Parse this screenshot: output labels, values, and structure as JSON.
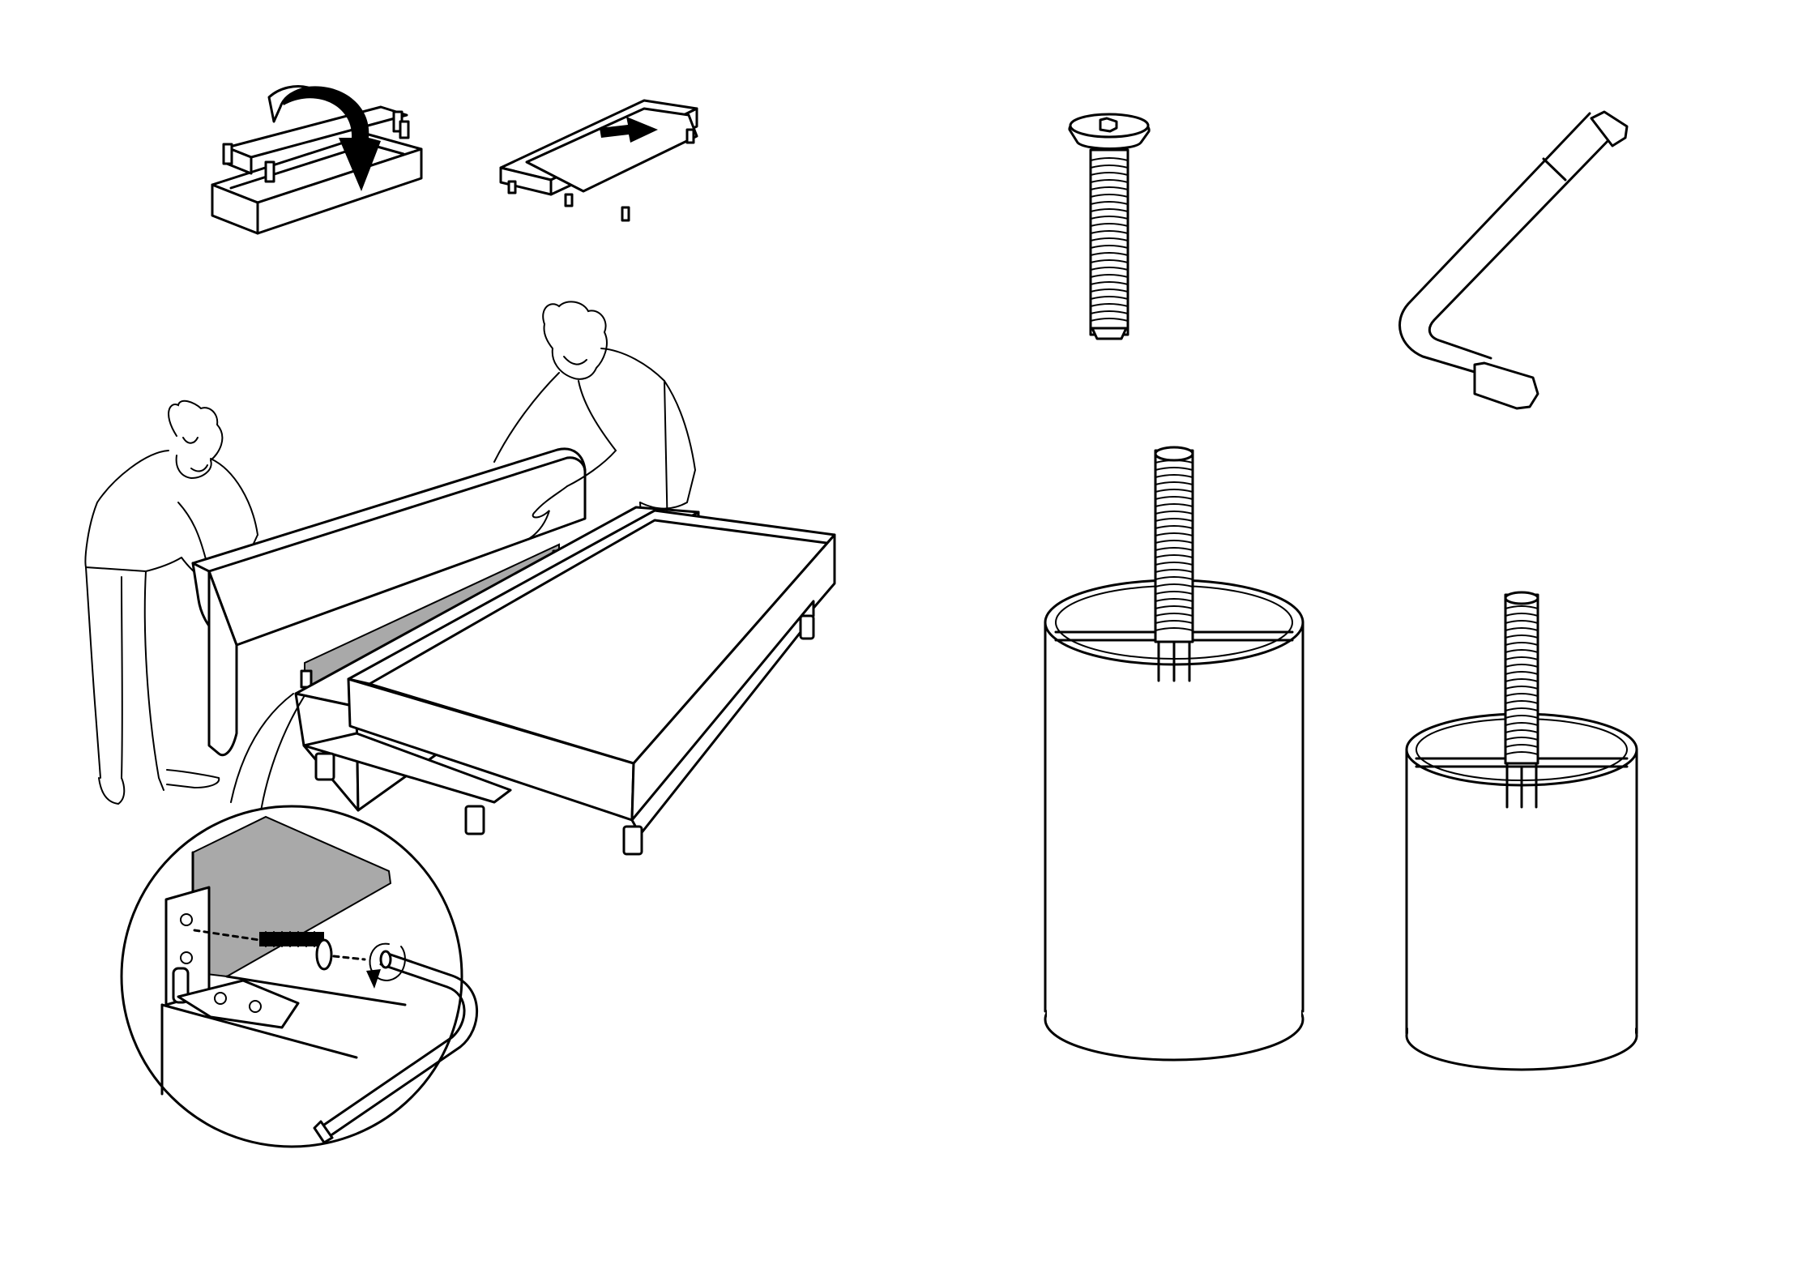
{
  "page": {
    "background": "#ffffff",
    "line_color": "#000000",
    "panel_fill": "#a9a9a9"
  },
  "icons": [
    "flip-arrow-icon",
    "slide-arrow-icon",
    "rotate-arrow-icon"
  ],
  "parts": [
    "screw",
    "allen-key",
    "tall-leg",
    "short-leg"
  ]
}
